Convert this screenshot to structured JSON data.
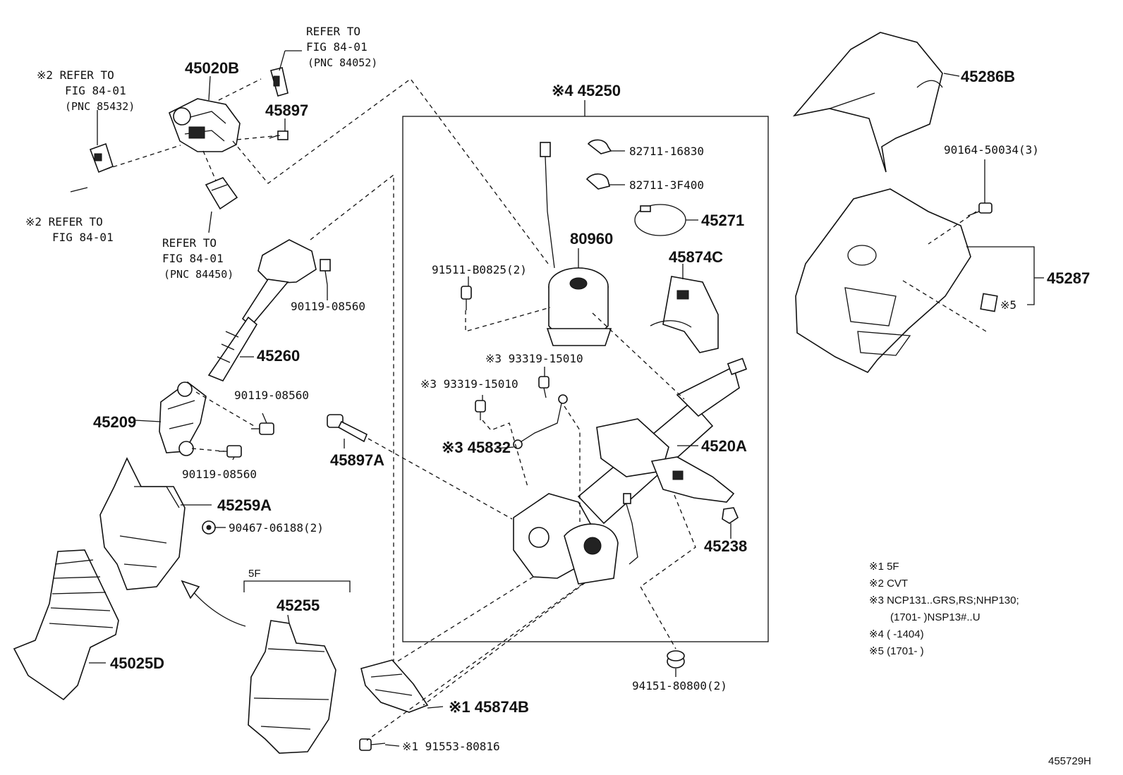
{
  "labels": {
    "p45020B": "45020B",
    "refer_top": "REFER TO",
    "fig_top": "FIG 84-01",
    "pnc_top": "(PNC 84052)",
    "ref2_label": "※2 REFER TO",
    "ref2_fig": "FIG 84-01",
    "ref2_pnc": "(PNC 85432)",
    "p45897": "45897",
    "ref2b_label": "※2 REFER TO",
    "ref2b_fig": "FIG 84-01",
    "refer_mid": "REFER TO",
    "fig_mid": "FIG 84-01",
    "pnc_mid": "(PNC 84450)",
    "p90119a": "90119-08560",
    "p45260": "45260",
    "p90119b": "90119-08560",
    "p45209": "45209",
    "p90119c": "90119-08560",
    "p45897A": "45897A",
    "p45259A": "45259A",
    "p90467": "90467-06188(2)",
    "arrow_5f": "5F",
    "p45255": "45255",
    "p45025D": "45025D",
    "p45250": "※4 45250",
    "p82711a": "82711-16830",
    "p82711b": "82711-3F400",
    "p45271": "45271",
    "p80960": "80960",
    "p91511": "91511-B0825(2)",
    "p45874C": "45874C",
    "p93319a": "※3 93319-15010",
    "p93319b": "※3 93319-15010",
    "p45832": "※3 45832",
    "p4520A": "4520A",
    "p45238": "45238",
    "p94151": "94151-80800(2)",
    "p45874B": "※1 45874B",
    "p91553": "※1 91553-80816",
    "p45286B": "45286B",
    "p90164": "90164-50034(3)",
    "p45287": "45287",
    "note5_marker": "※5",
    "figure_id": "455729H"
  },
  "notes": [
    "※1 5F",
    "※2 CVT",
    "※3 NCP131..GRS,RS;NHP130;",
    "(1701-        )NSP13#..U",
    "※4 (        -1404)",
    "※5 (1701-        )"
  ]
}
